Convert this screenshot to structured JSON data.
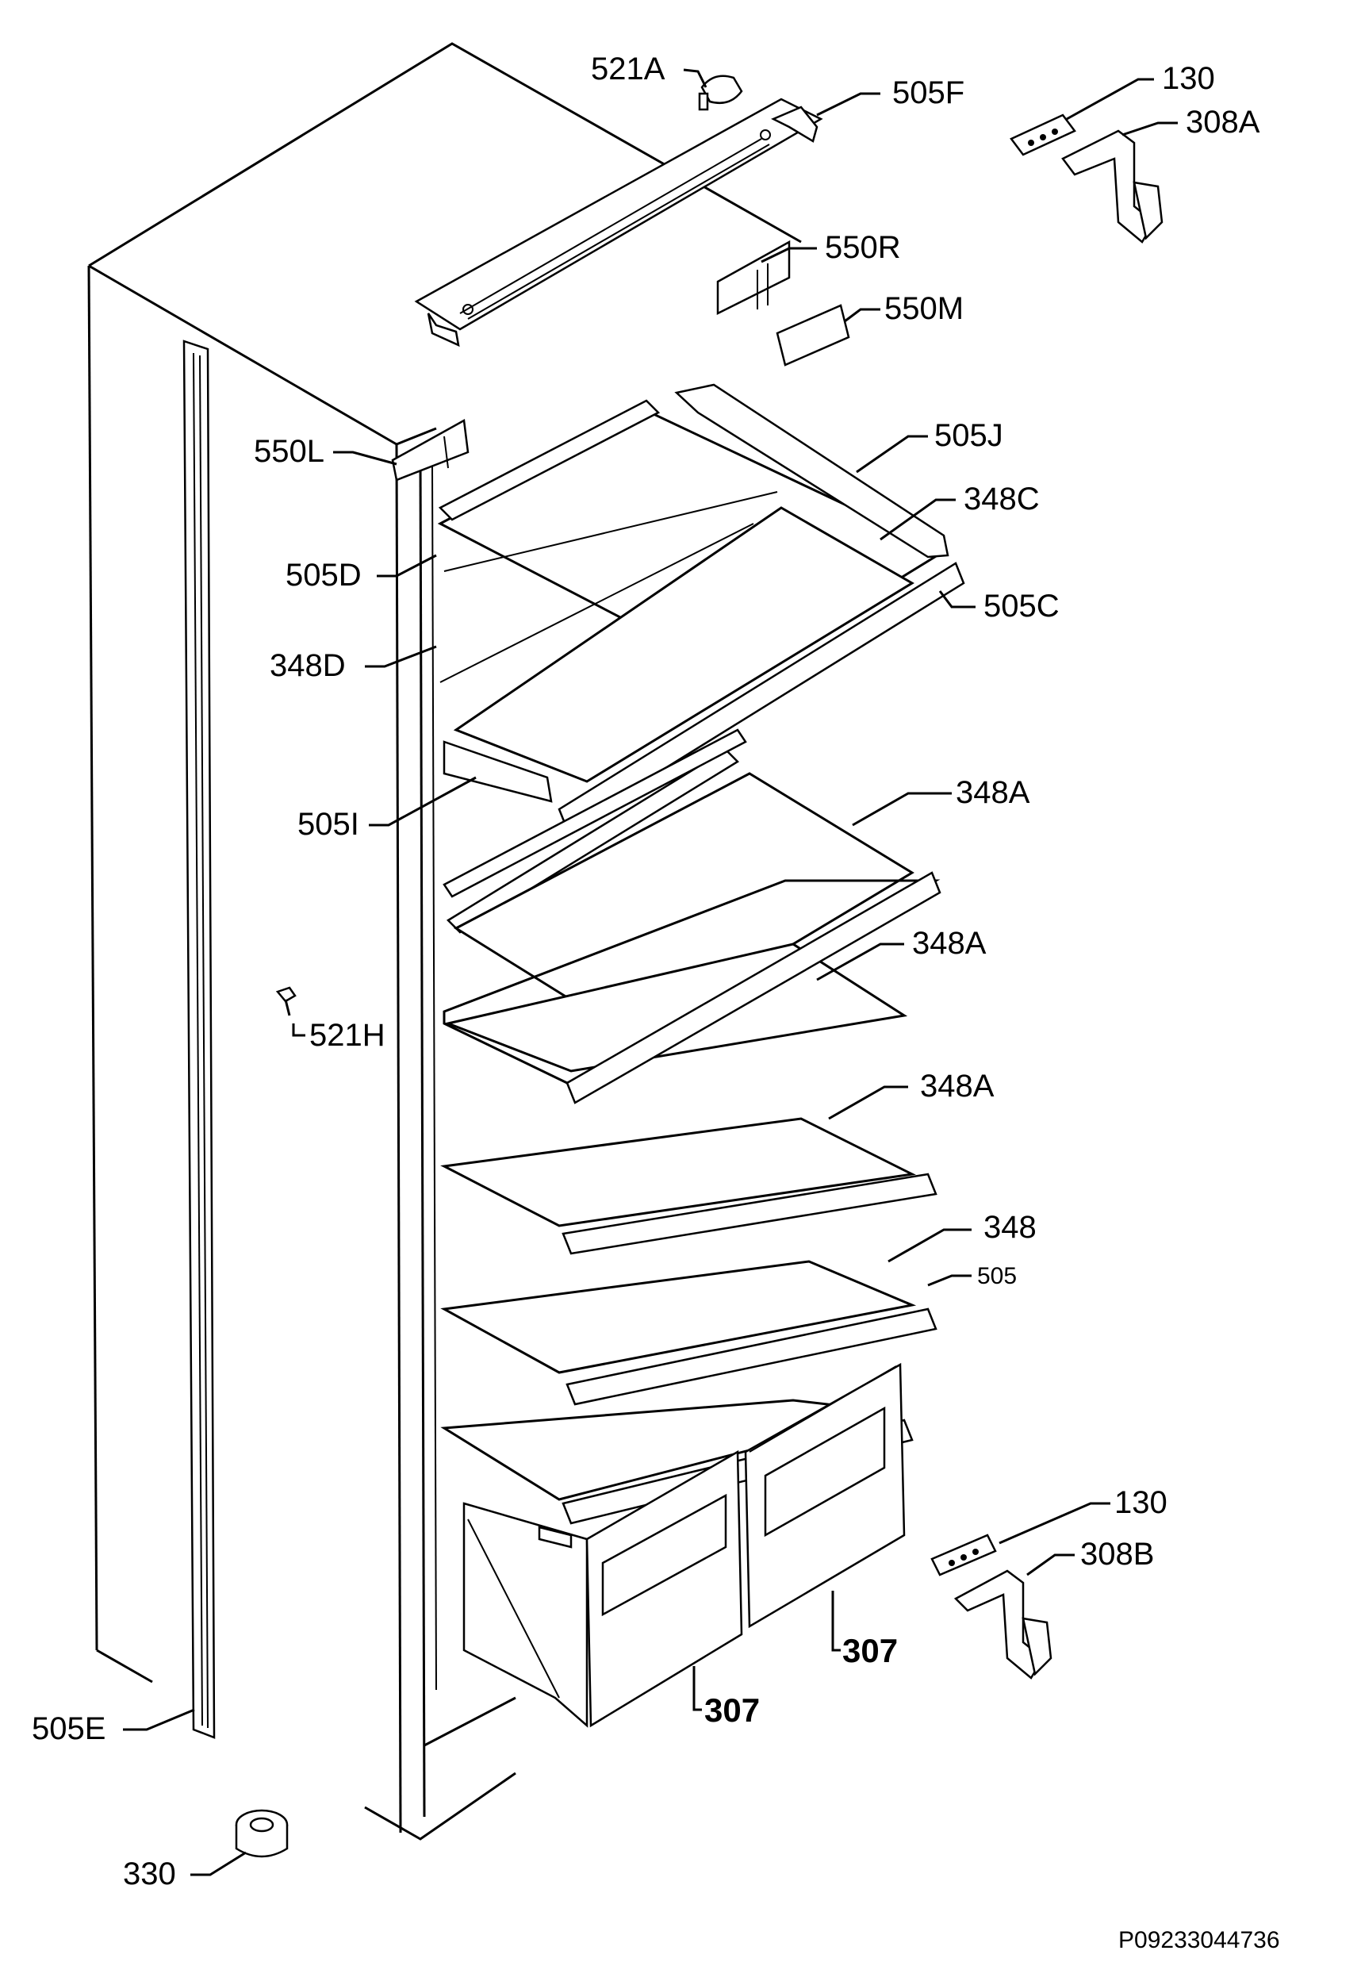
{
  "labels": {
    "l521A": "521A",
    "l505F": "505F",
    "l130a": "130",
    "l308A": "308A",
    "l550R": "550R",
    "l550M": "550M",
    "l550L": "550L",
    "l505J": "505J",
    "l348C": "348C",
    "l505D": "505D",
    "l505C": "505C",
    "l348D": "348D",
    "l505I": "505I",
    "l348A1": "348A",
    "l348A2": "348A",
    "l348A3": "348A",
    "l521H": "521H",
    "l348": "348",
    "l505": "505",
    "l130b": "130",
    "l308B": "308B",
    "l307a": "307",
    "l307b": "307",
    "l505E": "505E",
    "l330": "330"
  },
  "figure_code": "P09233044736"
}
